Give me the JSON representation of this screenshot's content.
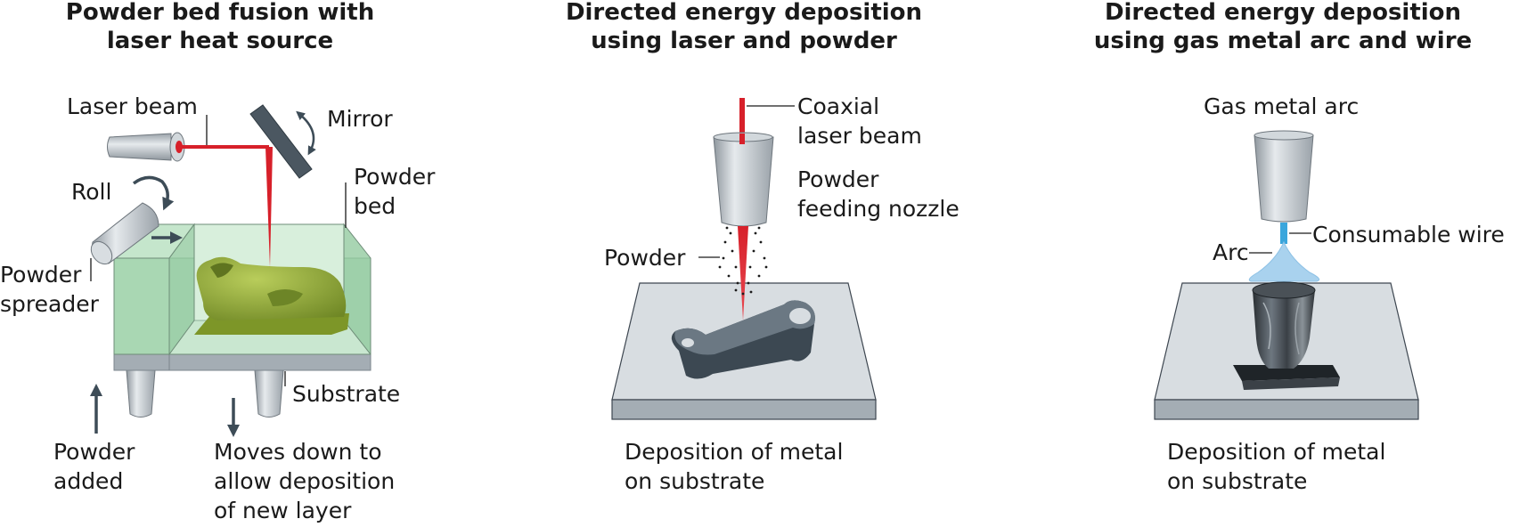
{
  "panels": [
    {
      "title_line1": "Powder bed fusion with",
      "title_line2": "laser heat source",
      "labels": {
        "laser_beam": "Laser beam",
        "mirror": "Mirror",
        "roll": "Roll",
        "powder_bed_1": "Powder",
        "powder_bed_2": "bed",
        "powder_spreader_1": "Powder",
        "powder_spreader_2": "spreader",
        "substrate": "Substrate",
        "powder_added_1": "Powder",
        "powder_added_2": "added",
        "moves_down_1": "Moves down to",
        "moves_down_2": "allow deposition",
        "moves_down_3": "of new layer"
      }
    },
    {
      "title_line1": "Directed energy deposition",
      "title_line2": "using laser and powder",
      "labels": {
        "coaxial_1": "Coaxial",
        "coaxial_2": "laser beam",
        "nozzle_1": "Powder",
        "nozzle_2": "feeding nozzle",
        "powder": "Powder",
        "deposition_1": "Deposition of metal",
        "deposition_2": "on substrate"
      }
    },
    {
      "title_line1": "Directed energy deposition",
      "title_line2": "using gas metal arc and wire",
      "labels": {
        "gas_metal_arc": "Gas metal arc",
        "consumable_wire": "Consumable wire",
        "arc": "Arc",
        "deposition_1": "Deposition of metal",
        "deposition_2": "on substrate"
      }
    }
  ],
  "colors": {
    "laser": "#d7202a",
    "arrow": "#3d4c57",
    "metal_gray": "#b9c0c6",
    "substrate_top": "#d8dde1",
    "substrate_side": "#a4adb4",
    "powder_bed_green": "#a8d8b4",
    "part_green": "#8aa333",
    "wire_blue": "#3aa6dc",
    "arc_blue": "#a9d2ee"
  }
}
